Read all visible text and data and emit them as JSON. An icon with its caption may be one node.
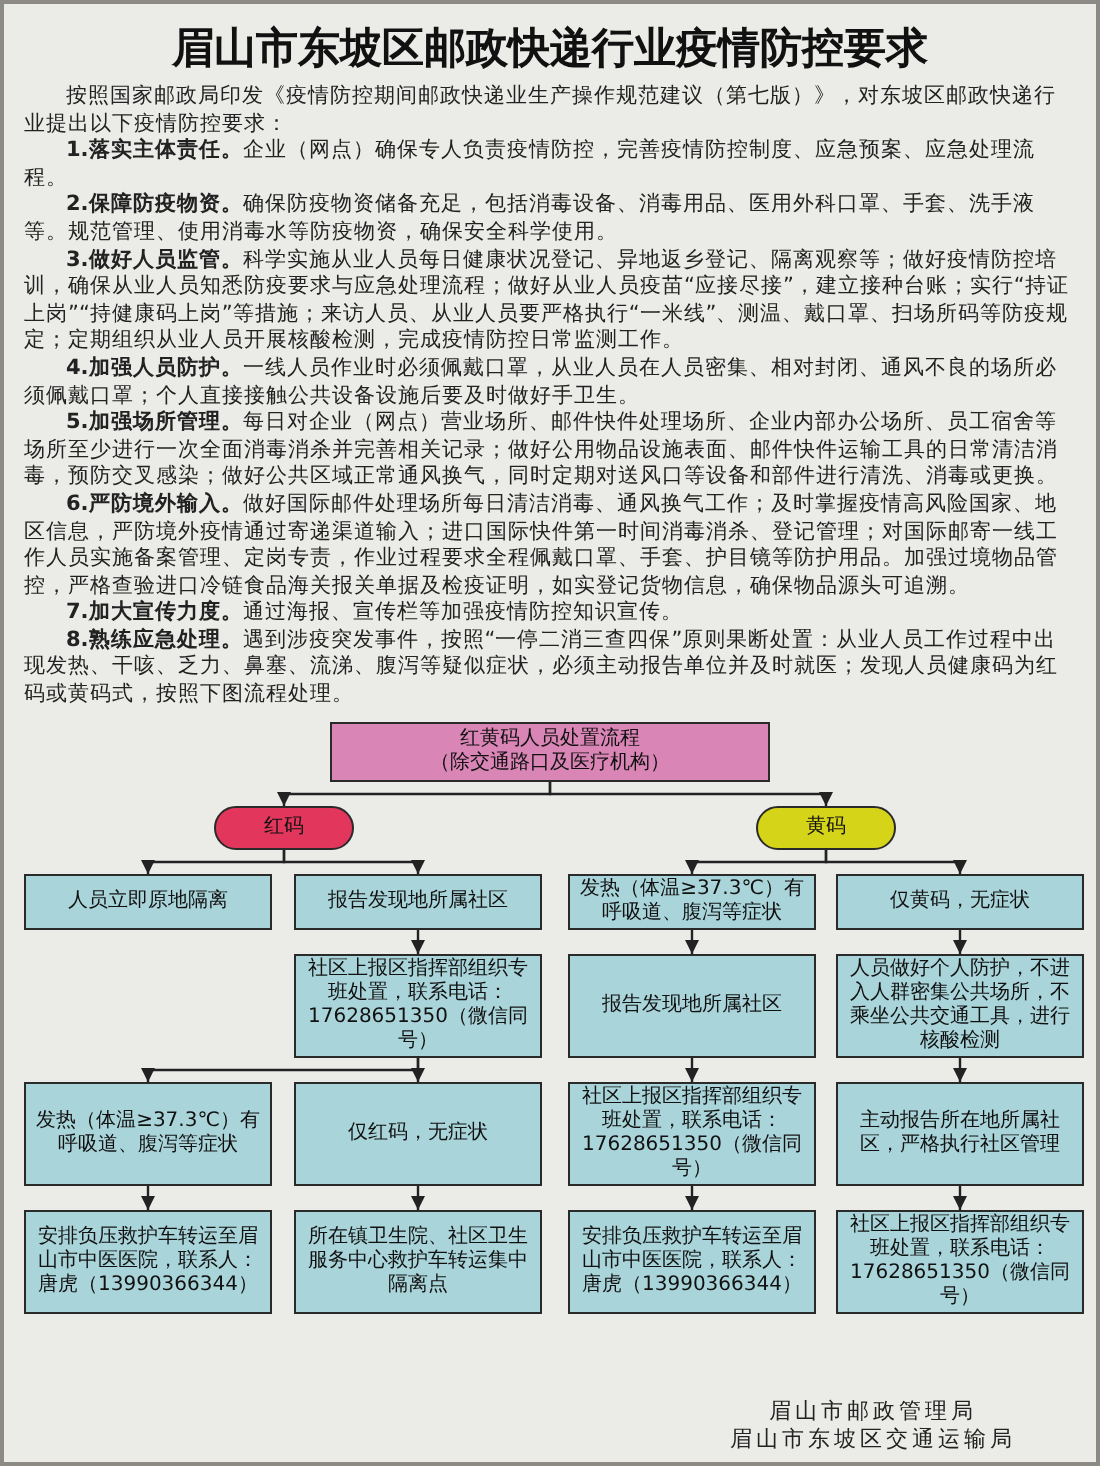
{
  "diagram": {
    "title": "眉山市东坡区邮政快递行业疫情防控要求",
    "nodes": [
      {
        "text": [
          "红黄码人员处置流程",
          "（除交通路口及医疗机构）"
        ]
      },
      {
        "text": [
          "红码"
        ]
      },
      {
        "text": [
          "黄码"
        ]
      },
      {
        "text": [
          "人员立即原地隔离"
        ]
      },
      {
        "text": [
          "报告发现地所属社区"
        ]
      },
      {
        "text": [
          "社区上报区指挥部组织专班处置，联系电话：17628651350（微信同号）"
        ]
      },
      {
        "text": [
          "发热（体温≥37.3℃）有呼吸道、腹泻等症状"
        ]
      },
      {
        "text": [
          "仅红码，无症状"
        ]
      },
      {
        "text": [
          "安排负压救护车转运至眉山市中医医院，联系人：唐虎（13990366344）"
        ]
      },
      {
        "text": [
          "所在镇卫生院、社区卫生服务中心救护车转运集中隔离点"
        ]
      },
      {
        "text": [
          "发热（体温≥37.3℃）有呼吸道、腹泻等症状"
        ]
      },
      {
        "text": [
          "仅黄码，无症状"
        ]
      },
      {
        "text": [
          "报告发现地所属社区"
        ]
      },
      {
        "text": [
          "社区上报区指挥部组织专班处置，联系电话：17628651350（微信同号）"
        ]
      },
      {
        "text": [
          "安排负压救护车转运至眉山市中医医院，联系人：唐虎（13990366344）"
        ]
      },
      {
        "text": [
          "人员做好个人防护，不进入人群密集公共场所，不乘坐公共交通工具，进行核酸检测"
        ]
      },
      {
        "text": [
          "主动报告所在地所属社区，严格执行社区管理"
        ]
      },
      {
        "text": [
          "社区上报区指挥部组织专班处置，联系电话：17628651350（微信同号）"
        ]
      }
    ],
    "edges": [
      {
        "from": 0,
        "to": 1,
        "arrow": "to"
      },
      {
        "from": 0,
        "to": 2,
        "arrow": "to"
      },
      {
        "from": 1,
        "to": 3,
        "arrow": "to"
      },
      {
        "from": 1,
        "to": 4,
        "arrow": "to"
      },
      {
        "from": 4,
        "to": 5,
        "arrow": "to"
      },
      {
        "from": 5,
        "to": 6,
        "arrow": "to"
      },
      {
        "from": 5,
        "to": 7,
        "arrow": "to"
      },
      {
        "from": 6,
        "to": 8,
        "arrow": "to"
      },
      {
        "from": 7,
        "to": 9,
        "arrow": "to"
      },
      {
        "from": 2,
        "to": 10,
        "arrow": "to"
      },
      {
        "from": 2,
        "to": 11,
        "arrow": "to"
      },
      {
        "from": 10,
        "to": 12,
        "arrow": "to"
      },
      {
        "from": 12,
        "to": 13,
        "arrow": "to"
      },
      {
        "from": 13,
        "to": 14,
        "arrow": "to"
      },
      {
        "from": 11,
        "to": 15,
        "arrow": "to"
      },
      {
        "from": 15,
        "to": 16,
        "arrow": "to"
      },
      {
        "from": 16,
        "to": 17,
        "arrow": "to"
      }
    ],
    "labels": [
      "按照国家邮政局印发《疫情防控期间邮政快递业生产操作规范建议（第七版）》，对东坡区邮政快递行业提出以下疫情防控要求：",
      "**1.落实主体责任。**企业（网点）确保专人负责疫情防控，完善疫情防控制度、应急预案、应急处理流程。",
      "**2.保障防疫物资。**确保防疫物资储备充足，包括消毒设备、消毒用品、医用外科口罩、手套、洗手液等。规范管理、使用消毒水等防疫物资，确保安全科学使用。",
      "**3.做好人员监管。**科学实施从业人员每日健康状况登记、异地返乡登记、隔离观察等；做好疫情防控培训，确保从业人员知悉防疫要求与应急处理流程；做好从业人员疫苗“应接尽接”，建立接种台账；实行“持证上岗”“持健康码上岗”等措施；来访人员、从业人员要严格执行“一米线”、测温、戴口罩、扫场所码等防疫规定；定期组织从业人员开展核酸检测，完成疫情防控日常监测工作。",
      "**4.加强人员防护。**一线人员作业时必须佩戴口罩，从业人员在人员密集、相对封闭、通风不良的场所必须佩戴口罩；个人直接接触公共设备设施后要及时做好手卫生。",
      "**5.加强场所管理。**每日对企业（网点）营业场所、邮件快件处理场所、企业内部办公场所、员工宿舍等场所至少进行一次全面消毒消杀并完善相关记录；做好公用物品设施表面、邮件快件运输工具的日常清洁消毒，预防交叉感染；做好公共区域正常通风换气，同时定期对送风口等设备和部件进行清洗、消毒或更换。",
      "**6.严防境外输入。**做好国际邮件处理场所每日清洁消毒、通风换气工作；及时掌握疫情高风险国家、地区信息，严防境外疫情通过寄递渠道输入；进口国际快件第一时间消毒消杀、登记管理；对国际邮寄一线工作人员实施备案管理、定岗专责，作业过程要求全程佩戴口罩、手套、护目镜等防护用品。加强过境物品管控，严格查验进口冷链食品海关报关单据及检疫证明，如实登记货物信息，确保物品源头可追溯。",
      "**7.加大宣传力度。**通过海报、宣传栏等加强疫情防控知识宣传。",
      "**8.熟练应急处理。**遇到涉疫突发事件，按照“一停二消三查四保”原则果断处置：从业人员工作过程中出现发热、干咳、乏力、鼻塞、流涕、腹泻等疑似症状，必须主动报告单位并及时就医；发现人员健康码为红码或黄码式，按照下图流程处理。",
      "眉山市邮政管理局",
      "眉山市东坡区交通运输局"
    ]
  }
}
